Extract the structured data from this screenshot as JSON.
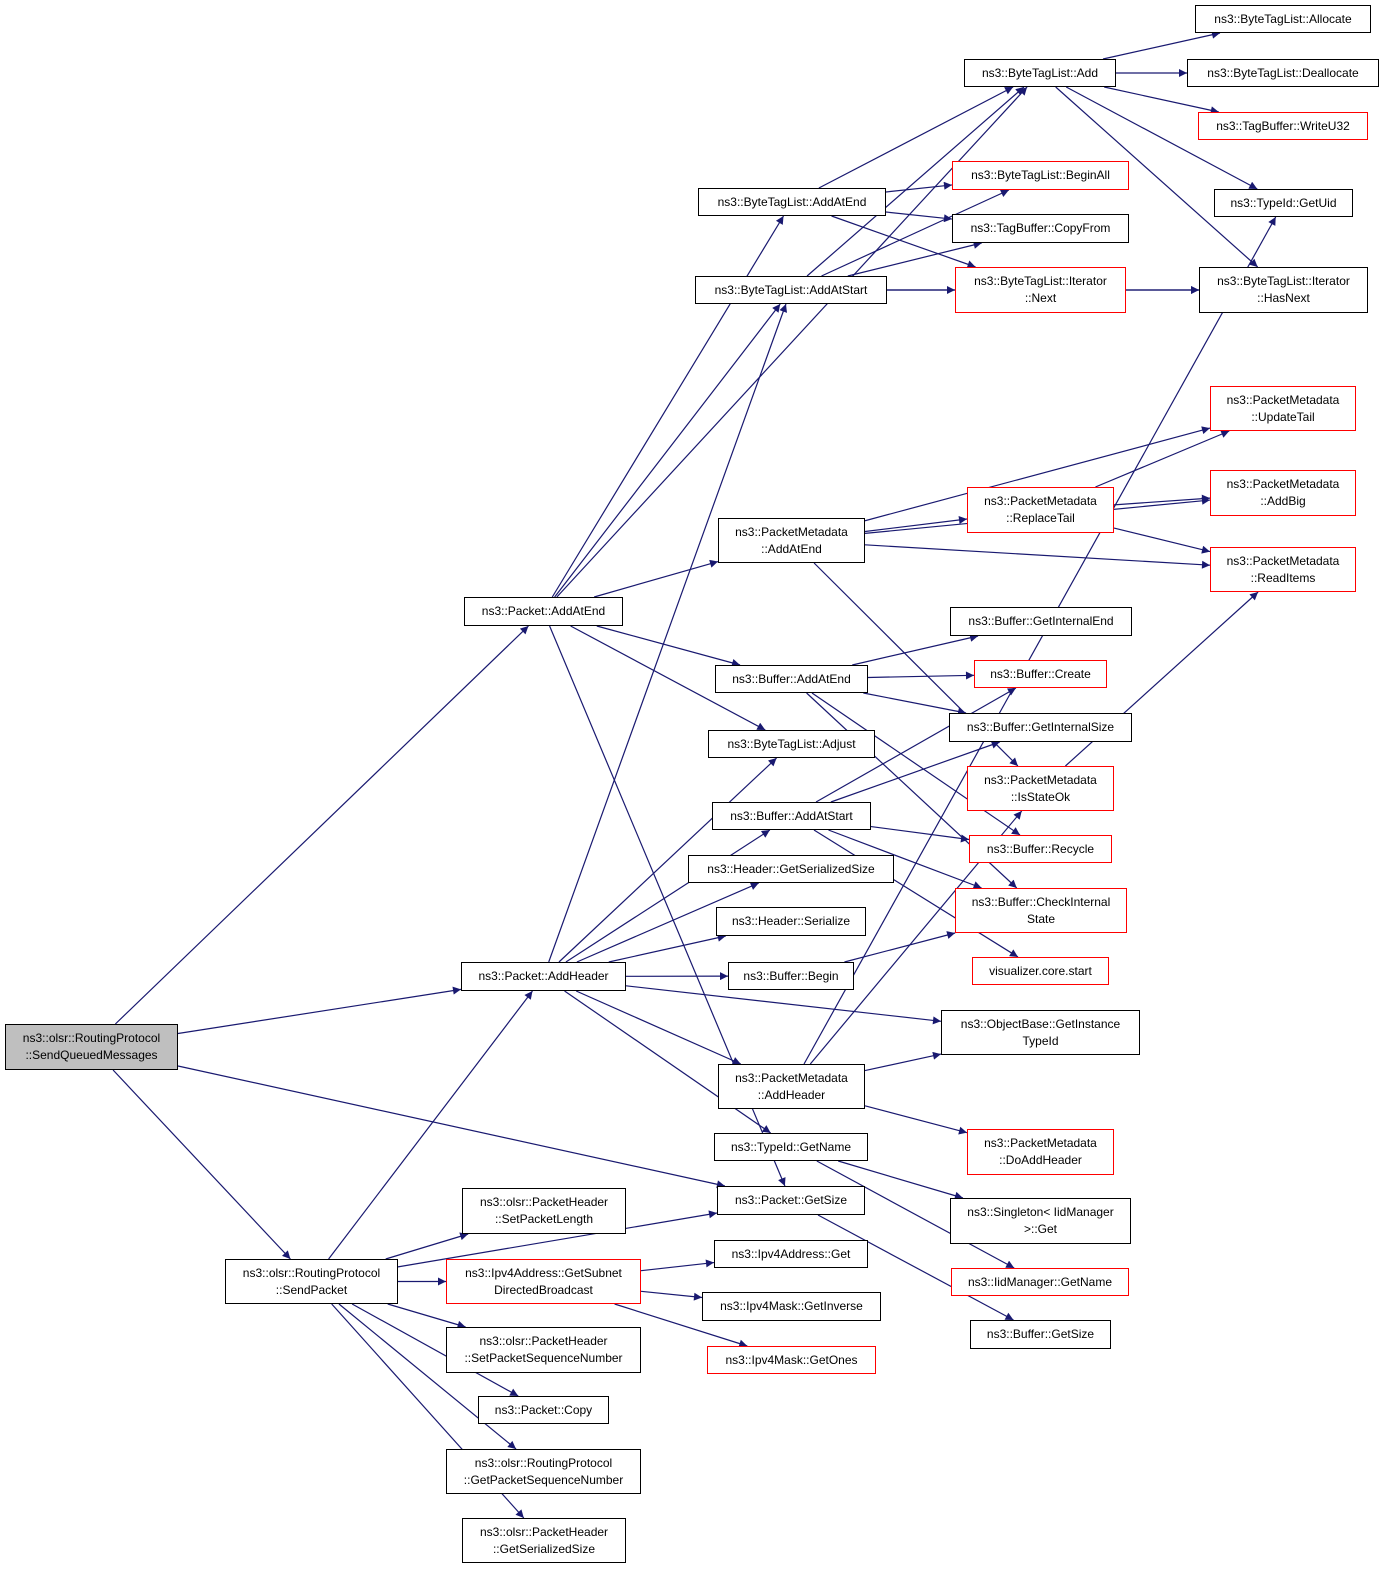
{
  "colors": {
    "edge": "#191970",
    "node_border": "#000000",
    "truncated_border": "#ff0000",
    "root_fill": "#bfbfbf"
  },
  "nodes": {
    "root": {
      "lines": [
        "ns3::olsr::RoutingProtocol",
        "::SendQueuedMessages"
      ]
    },
    "sendPacket": {
      "lines": [
        "ns3::olsr::RoutingProtocol",
        "::SendPacket"
      ]
    },
    "pktAddAtEnd": {
      "lines": [
        "ns3::Packet::AddAtEnd"
      ]
    },
    "pktAddHeader": {
      "lines": [
        "ns3::Packet::AddHeader"
      ]
    },
    "pktGetSize": {
      "lines": [
        "ns3::Packet::GetSize"
      ]
    },
    "phSetLen": {
      "lines": [
        "ns3::olsr::PacketHeader",
        "::SetPacketLength"
      ]
    },
    "ipv4Bcast": {
      "lines": [
        "ns3::Ipv4Address::GetSubnet",
        "DirectedBroadcast"
      ]
    },
    "phSetSeq": {
      "lines": [
        "ns3::olsr::PacketHeader",
        "::SetPacketSequenceNumber"
      ]
    },
    "pktCopy": {
      "lines": [
        "ns3::Packet::Copy"
      ]
    },
    "rpGetSeq": {
      "lines": [
        "ns3::olsr::RoutingProtocol",
        "::GetPacketSequenceNumber"
      ]
    },
    "phGetSer": {
      "lines": [
        "ns3::olsr::PacketHeader",
        "::GetSerializedSize"
      ]
    },
    "btlAddAtEnd": {
      "lines": [
        "ns3::ByteTagList::AddAtEnd"
      ]
    },
    "btlAddAtStart": {
      "lines": [
        "ns3::ByteTagList::AddAtStart"
      ]
    },
    "pmAddAtEnd": {
      "lines": [
        "ns3::PacketMetadata",
        "::AddAtEnd"
      ]
    },
    "bufAddAtEnd": {
      "lines": [
        "ns3::Buffer::AddAtEnd"
      ]
    },
    "btlAdjust": {
      "lines": [
        "ns3::ByteTagList::Adjust"
      ]
    },
    "bufAddAtStart": {
      "lines": [
        "ns3::Buffer::AddAtStart"
      ]
    },
    "hdrGetSer": {
      "lines": [
        "ns3::Header::GetSerializedSize"
      ]
    },
    "hdrSerialize": {
      "lines": [
        "ns3::Header::Serialize"
      ]
    },
    "bufBegin": {
      "lines": [
        "ns3::Buffer::Begin"
      ]
    },
    "pmAddHeader": {
      "lines": [
        "ns3::PacketMetadata",
        "::AddHeader"
      ]
    },
    "tidGetName": {
      "lines": [
        "ns3::TypeId::GetName"
      ]
    },
    "ipv4Get": {
      "lines": [
        "ns3::Ipv4Address::Get"
      ]
    },
    "maskInverse": {
      "lines": [
        "ns3::Ipv4Mask::GetInverse"
      ]
    },
    "maskOnes": {
      "lines": [
        "ns3::Ipv4Mask::GetOnes"
      ]
    },
    "btlAdd": {
      "lines": [
        "ns3::ByteTagList::Add"
      ]
    },
    "btlBeginAll": {
      "lines": [
        "ns3::ByteTagList::BeginAll"
      ]
    },
    "tbCopyFrom": {
      "lines": [
        "ns3::TagBuffer::CopyFrom"
      ]
    },
    "itNext": {
      "lines": [
        "ns3::ByteTagList::Iterator",
        "::Next"
      ]
    },
    "pmReplaceTail": {
      "lines": [
        "ns3::PacketMetadata",
        "::ReplaceTail"
      ]
    },
    "bufGetIntEnd": {
      "lines": [
        "ns3::Buffer::GetInternalEnd"
      ]
    },
    "bufCreate": {
      "lines": [
        "ns3::Buffer::Create"
      ]
    },
    "bufGetIntSize": {
      "lines": [
        "ns3::Buffer::GetInternalSize"
      ]
    },
    "pmIsStateOk": {
      "lines": [
        "ns3::PacketMetadata",
        "::IsStateOk"
      ]
    },
    "bufRecycle": {
      "lines": [
        "ns3::Buffer::Recycle"
      ]
    },
    "bufCheck": {
      "lines": [
        "ns3::Buffer::CheckInternal",
        "State"
      ]
    },
    "vizStart": {
      "lines": [
        "visualizer.core.start"
      ]
    },
    "objGetInst": {
      "lines": [
        "ns3::ObjectBase::GetInstance",
        "TypeId"
      ]
    },
    "pmDoAddHeader": {
      "lines": [
        "ns3::PacketMetadata",
        "::DoAddHeader"
      ]
    },
    "singletonGet": {
      "lines": [
        "ns3::Singleton< IidManager",
        ">::Get"
      ]
    },
    "iidGetName": {
      "lines": [
        "ns3::IidManager::GetName"
      ]
    },
    "bufGetSize": {
      "lines": [
        "ns3::Buffer::GetSize"
      ]
    },
    "btlAllocate": {
      "lines": [
        "ns3::ByteTagList::Allocate"
      ]
    },
    "btlDealloc": {
      "lines": [
        "ns3::ByteTagList::Deallocate"
      ]
    },
    "tbWriteU32": {
      "lines": [
        "ns3::TagBuffer::WriteU32"
      ]
    },
    "tidGetUid": {
      "lines": [
        "ns3::TypeId::GetUid"
      ]
    },
    "itHasNext": {
      "lines": [
        "ns3::ByteTagList::Iterator",
        "::HasNext"
      ]
    },
    "pmUpdateTail": {
      "lines": [
        "ns3::PacketMetadata",
        "::UpdateTail"
      ]
    },
    "pmAddBig": {
      "lines": [
        "ns3::PacketMetadata",
        "::AddBig"
      ]
    },
    "pmReadItems": {
      "lines": [
        "ns3::PacketMetadata",
        "::ReadItems"
      ]
    }
  },
  "edges": [
    [
      "root",
      "pktAddAtEnd"
    ],
    [
      "root",
      "pktAddHeader"
    ],
    [
      "root",
      "pktGetSize"
    ],
    [
      "root",
      "sendPacket"
    ],
    [
      "sendPacket",
      "pktAddHeader"
    ],
    [
      "sendPacket",
      "pktGetSize"
    ],
    [
      "sendPacket",
      "phSetLen"
    ],
    [
      "sendPacket",
      "ipv4Bcast"
    ],
    [
      "sendPacket",
      "phSetSeq"
    ],
    [
      "sendPacket",
      "pktCopy"
    ],
    [
      "sendPacket",
      "rpGetSeq"
    ],
    [
      "sendPacket",
      "phGetSer"
    ],
    [
      "pktAddAtEnd",
      "btlAdd"
    ],
    [
      "pktAddAtEnd",
      "btlAddAtEnd"
    ],
    [
      "pktAddAtEnd",
      "btlAddAtStart"
    ],
    [
      "pktAddAtEnd",
      "pmAddAtEnd"
    ],
    [
      "pktAddAtEnd",
      "bufAddAtEnd"
    ],
    [
      "pktAddAtEnd",
      "btlAdjust"
    ],
    [
      "pktAddAtEnd",
      "pktGetSize"
    ],
    [
      "pktAddHeader",
      "btlAddAtStart"
    ],
    [
      "pktAddHeader",
      "btlAdjust"
    ],
    [
      "pktAddHeader",
      "bufAddAtStart"
    ],
    [
      "pktAddHeader",
      "hdrGetSer"
    ],
    [
      "pktAddHeader",
      "hdrSerialize"
    ],
    [
      "pktAddHeader",
      "bufBegin"
    ],
    [
      "pktAddHeader",
      "objGetInst"
    ],
    [
      "pktAddHeader",
      "pmAddHeader"
    ],
    [
      "pktAddHeader",
      "tidGetName"
    ],
    [
      "btlAddAtEnd",
      "btlAdd"
    ],
    [
      "btlAddAtEnd",
      "btlBeginAll"
    ],
    [
      "btlAddAtEnd",
      "tbCopyFrom"
    ],
    [
      "btlAddAtEnd",
      "itNext"
    ],
    [
      "btlAddAtStart",
      "btlAdd"
    ],
    [
      "btlAddAtStart",
      "btlBeginAll"
    ],
    [
      "btlAddAtStart",
      "tbCopyFrom"
    ],
    [
      "btlAddAtStart",
      "itNext"
    ],
    [
      "btlAddAtStart",
      "itHasNext"
    ],
    [
      "btlAdd",
      "btlAllocate"
    ],
    [
      "btlAdd",
      "btlDealloc"
    ],
    [
      "btlAdd",
      "tbWriteU32"
    ],
    [
      "btlAdd",
      "tidGetUid"
    ],
    [
      "btlAdd",
      "itHasNext"
    ],
    [
      "itNext",
      "itHasNext"
    ],
    [
      "pmAddAtEnd",
      "pmUpdateTail"
    ],
    [
      "pmAddAtEnd",
      "pmAddBig"
    ],
    [
      "pmAddAtEnd",
      "pmReplaceTail"
    ],
    [
      "pmAddAtEnd",
      "pmReadItems"
    ],
    [
      "pmAddAtEnd",
      "pmIsStateOk"
    ],
    [
      "pmReplaceTail",
      "pmUpdateTail"
    ],
    [
      "pmReplaceTail",
      "pmAddBig"
    ],
    [
      "pmReplaceTail",
      "pmReadItems"
    ],
    [
      "pmIsStateOk",
      "pmReadItems"
    ],
    [
      "bufAddAtEnd",
      "bufGetIntEnd"
    ],
    [
      "bufAddAtEnd",
      "bufCreate"
    ],
    [
      "bufAddAtEnd",
      "bufGetIntSize"
    ],
    [
      "bufAddAtEnd",
      "bufRecycle"
    ],
    [
      "bufAddAtEnd",
      "bufCheck"
    ],
    [
      "bufAddAtStart",
      "bufCreate"
    ],
    [
      "bufAddAtStart",
      "bufGetIntSize"
    ],
    [
      "bufAddAtStart",
      "bufRecycle"
    ],
    [
      "bufAddAtStart",
      "bufCheck"
    ],
    [
      "bufAddAtStart",
      "vizStart"
    ],
    [
      "bufBegin",
      "bufCheck"
    ],
    [
      "pmAddHeader",
      "objGetInst"
    ],
    [
      "pmAddHeader",
      "pmDoAddHeader"
    ],
    [
      "pmAddHeader",
      "pmIsStateOk"
    ],
    [
      "pmAddHeader",
      "tidGetUid"
    ],
    [
      "tidGetName",
      "singletonGet"
    ],
    [
      "tidGetName",
      "iidGetName"
    ],
    [
      "pktGetSize",
      "bufGetSize"
    ],
    [
      "ipv4Bcast",
      "ipv4Get"
    ],
    [
      "ipv4Bcast",
      "maskInverse"
    ],
    [
      "ipv4Bcast",
      "maskOnes"
    ]
  ]
}
